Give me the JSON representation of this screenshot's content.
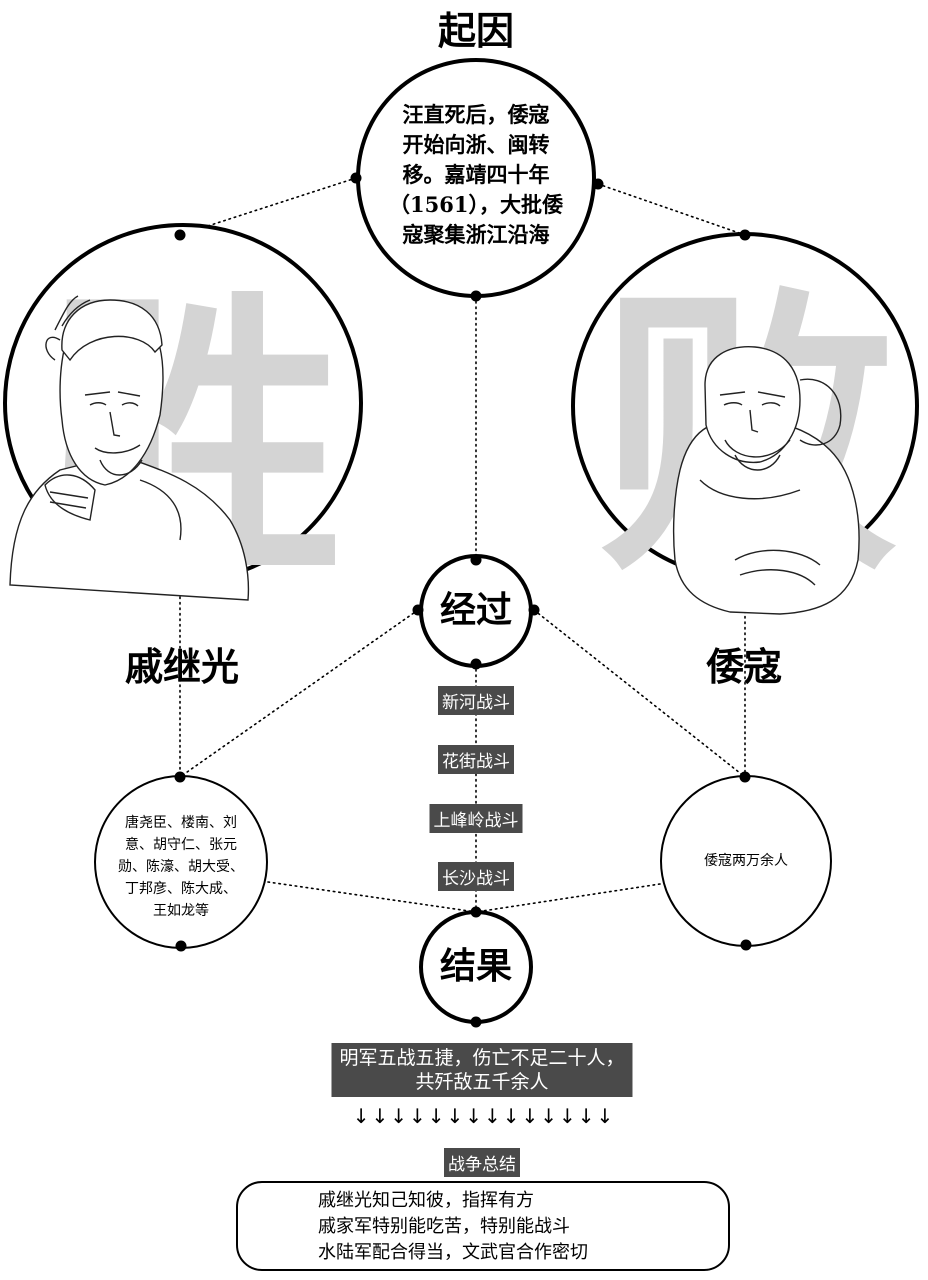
{
  "cause": {
    "title": "起因",
    "lines": [
      "汪直死后，倭寇",
      "开始向浙、闽转",
      "移。嘉靖四十年",
      "（1561），大批倭",
      "寇聚集浙江沿海"
    ]
  },
  "left": {
    "bg_char": "胜",
    "name": "戚继光",
    "portrait_icon": "general-portrait",
    "generals_lines": [
      "唐尧臣、楼南、刘",
      "意、胡守仁、张元",
      "勋、陈濠、胡大受、",
      "丁邦彦、陈大成、",
      "王如龙等"
    ]
  },
  "right": {
    "bg_char": "败",
    "name": "倭寇",
    "portrait_icon": "pirate-portrait",
    "force_text": "倭寇两万余人"
  },
  "process": {
    "title": "经过",
    "battles": [
      "新河战斗",
      "花街战斗",
      "上峰岭战斗",
      "长沙战斗"
    ]
  },
  "result": {
    "title": "结果",
    "lines": [
      "明军五战五捷，伤亡不足二十人，",
      "共歼敌五千余人"
    ]
  },
  "arrows": "↓↓↓↓↓↓↓↓↓↓↓↓↓↓",
  "summary": {
    "title": "战争总结",
    "lines": [
      "戚继光知己知彼，指挥有方",
      "戚家军特别能吃苦，特别能战斗",
      "水陆军配合得当，文武官合作密切"
    ]
  },
  "colors": {
    "tag_bg": "#4a4a4a",
    "bg_char": "#d4d4d4",
    "line": "#000000"
  }
}
